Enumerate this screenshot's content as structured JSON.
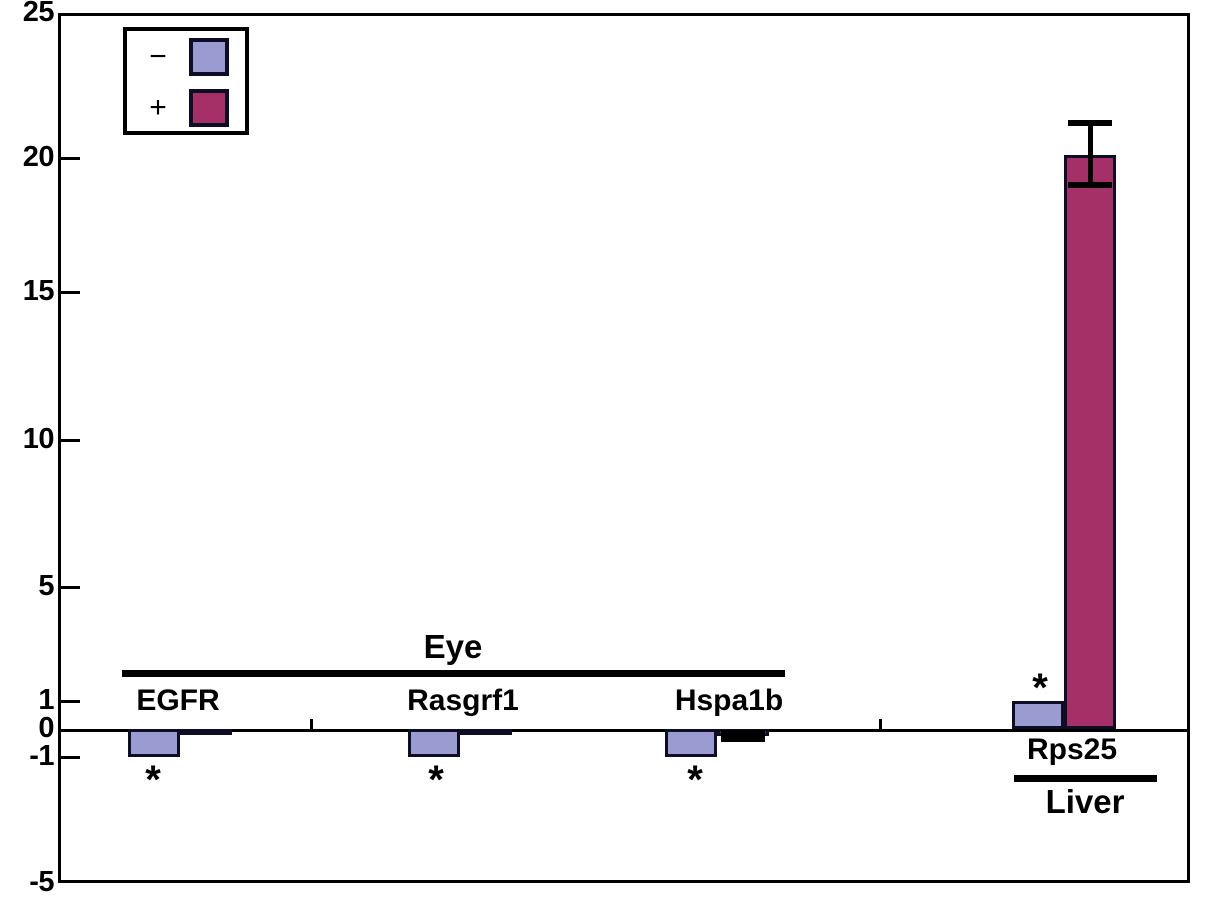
{
  "chart_data": {
    "type": "bar",
    "title": "",
    "xlabel": "",
    "ylabel": "",
    "ylim": [
      -5,
      25
    ],
    "y_axis_note": "broken / non-linear axis: compressed between -1 and 1",
    "yticks": [
      25,
      20,
      15,
      10,
      5,
      1,
      0,
      -1,
      -5
    ],
    "ytick_labels": [
      "25",
      "20",
      "15",
      "10",
      "5",
      "1",
      "0",
      "-1",
      "-5"
    ],
    "grid": false,
    "legend_position": "top-left",
    "categories": [
      "EGFR",
      "Rasgrf1",
      "Hspa1b",
      "Rps25"
    ],
    "tissues": [
      {
        "name": "Eye",
        "categories": [
          "EGFR",
          "Rasgrf1",
          "Hspa1b"
        ]
      },
      {
        "name": "Liver",
        "categories": [
          "Rps25"
        ]
      }
    ],
    "series": [
      {
        "name": "−",
        "label": "minus",
        "color": "#9a9bd0",
        "values": [
          -1.0,
          -1.0,
          -1.0,
          1.0
        ],
        "errors": [
          0,
          0,
          0,
          0
        ]
      },
      {
        "name": "+",
        "label": "plus",
        "color": "#a43067",
        "values": [
          -0.08,
          -0.08,
          -0.25,
          20.1
        ],
        "errors": [
          0,
          0,
          0.12,
          1.1
        ]
      }
    ],
    "annotations": [
      {
        "category": "EGFR",
        "series": "−",
        "text": "*",
        "position": "below"
      },
      {
        "category": "Rasgrf1",
        "series": "−",
        "text": "*",
        "position": "below"
      },
      {
        "category": "Hspa1b",
        "series": "−",
        "text": "*",
        "position": "below"
      },
      {
        "category": "Rps25",
        "series": "−",
        "text": "*",
        "position": "above"
      }
    ]
  },
  "legend": {
    "entries": [
      {
        "symbol": "−",
        "color": "#9a9bd0"
      },
      {
        "symbol": "+",
        "color": "#a43067"
      }
    ]
  },
  "axis": {
    "ticks": [
      {
        "label": "25",
        "value": 25
      },
      {
        "label": "20",
        "value": 20
      },
      {
        "label": "15",
        "value": 15
      },
      {
        "label": "10",
        "value": 10
      },
      {
        "label": "5",
        "value": 5
      },
      {
        "label": "1",
        "value": 1
      },
      {
        "label": "0",
        "value": 0
      },
      {
        "label": "-1",
        "value": -1
      },
      {
        "label": "-5",
        "value": -5
      }
    ]
  },
  "groups": [
    {
      "gene": "EGFR",
      "tissue": "Eye"
    },
    {
      "gene": "Rasgrf1",
      "tissue": "Eye"
    },
    {
      "gene": "Hspa1b",
      "tissue": "Eye"
    },
    {
      "gene": "Rps25",
      "tissue": "Liver"
    }
  ],
  "tissue_labels": {
    "eye": "Eye",
    "liver": "Liver"
  },
  "stars": {
    "mark": "*"
  },
  "colors": {
    "series_minus": "#9a9bd0",
    "series_plus": "#a43067",
    "bar_outline": "#0d0d26",
    "axis": "#000000",
    "background": "#ffffff"
  }
}
